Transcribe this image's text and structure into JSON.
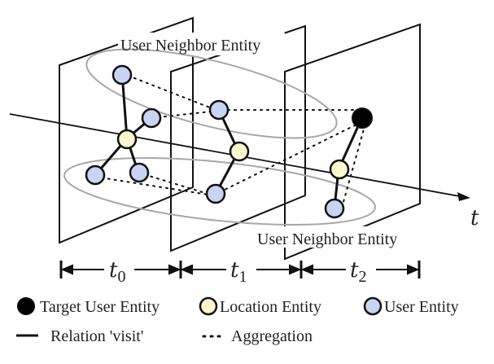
{
  "labels": {
    "top_neighbor": "User Neighbor Entity",
    "bottom_neighbor": "User Neighbor Entity",
    "time_axis": "t",
    "t0_base": "t",
    "t0_sub": "0",
    "t1_base": "t",
    "t1_sub": "1",
    "t2_base": "t",
    "t2_sub": "2"
  },
  "legend": {
    "target_user": "Target User Entity",
    "location": "Location Entity",
    "user": "User Entity",
    "relation": "Relation 'visit'",
    "aggregation": "Aggregation"
  },
  "colors": {
    "target": "#000000",
    "location": "#fbf8cf",
    "user": "#c9d3f2",
    "ellipse": "#a8a8a8",
    "stroke": "#111111"
  }
}
